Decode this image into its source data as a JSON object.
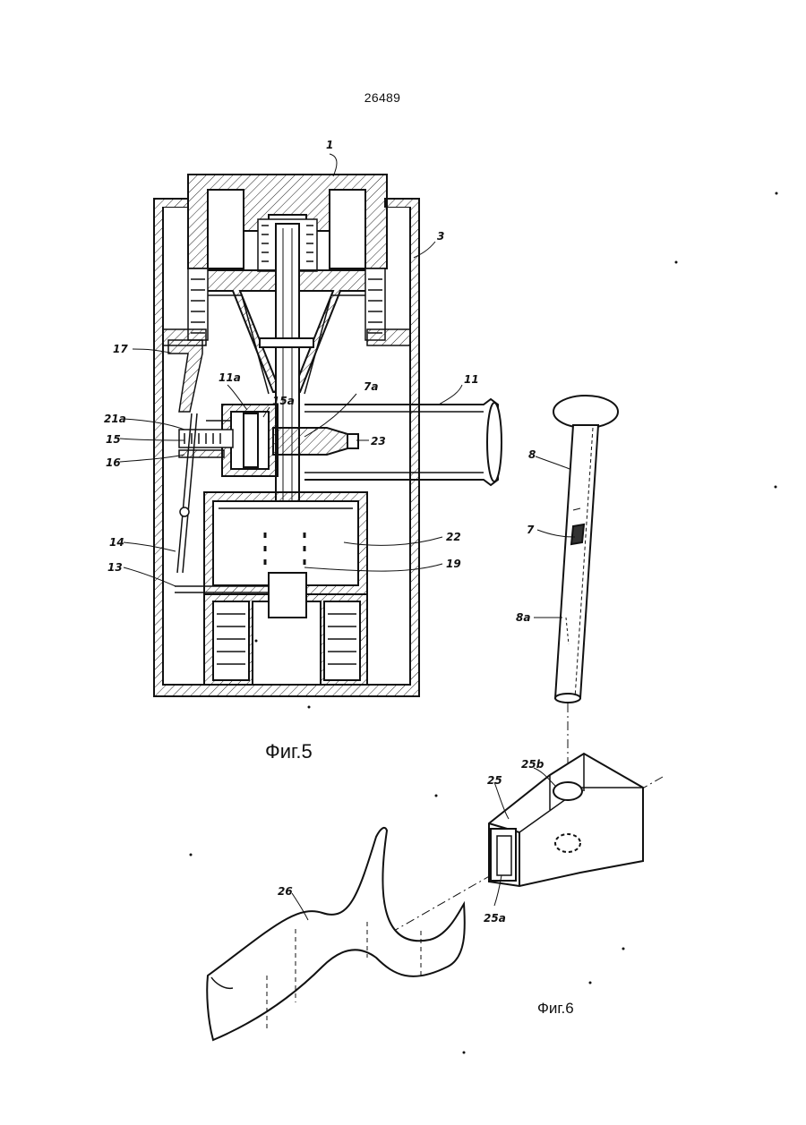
{
  "document": {
    "patent_number": "26489",
    "figure_5_title": "Фиг.5",
    "figure_6_title": "Фиг.6"
  },
  "figure5": {
    "labels": {
      "l1": "1",
      "l3": "3",
      "l17": "17",
      "l11a": "11a",
      "l15a": "15a",
      "l7a": "7a",
      "l11": "11",
      "l21a": "21a",
      "l15": "15",
      "l23": "23",
      "l16": "16",
      "l14": "14",
      "l22": "22",
      "l19": "19",
      "l13": "13"
    }
  },
  "figure6": {
    "labels": {
      "l8": "8",
      "l7": "7",
      "l8a": "8a",
      "l25b": "25b",
      "l25": "25",
      "l25a": "25a",
      "l26": "26"
    }
  }
}
